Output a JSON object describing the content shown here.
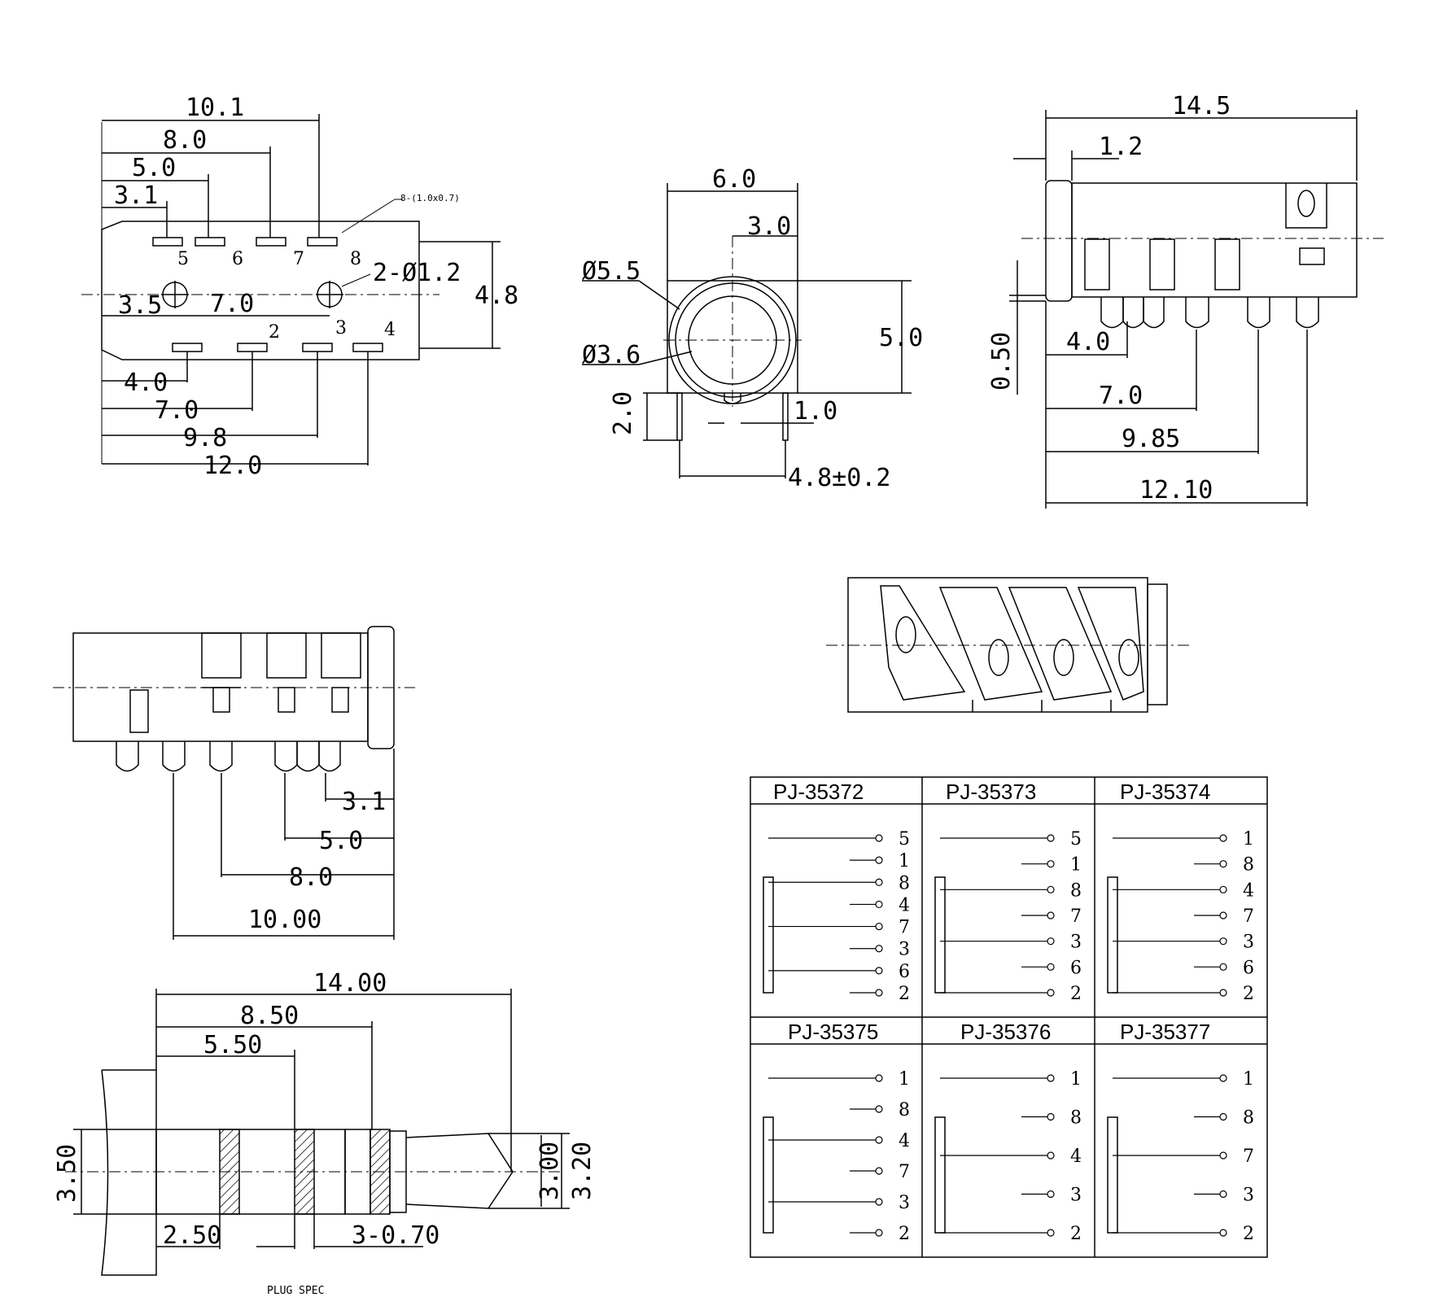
{
  "top_view": {
    "dims_top": [
      "10.1",
      "8.0",
      "5.0",
      "3.1"
    ],
    "pad_note": "8-(1.0x0.7)",
    "hole_note": "2-Ø1.2",
    "height": "4.8",
    "mid_left": "3.5",
    "mid_center": "7.0",
    "pins_top": [
      "5",
      "6",
      "7",
      "8"
    ],
    "pins_bottom": [
      "2",
      "3",
      "4"
    ],
    "dims_bottom": [
      "4.0",
      "7.0",
      "9.8",
      "12.0"
    ]
  },
  "front_view": {
    "width": "6.0",
    "offset": "3.0",
    "outer_dia": "Ø5.5",
    "inner_dia": "Ø3.6",
    "height": "5.0",
    "pin_len": "2.0",
    "pin_w": "1.0",
    "pitch": "4.8±0.2"
  },
  "side_view": {
    "length": "14.5",
    "flange": "1.2",
    "thick": "0.50",
    "dims": [
      "4.0",
      "7.0",
      "9.85",
      "12.10"
    ]
  },
  "bottom_view": {
    "dims": [
      "3.1",
      "5.0",
      "8.0",
      "10.00"
    ]
  },
  "plug_spec": {
    "dims_top": [
      "14.00",
      "8.50",
      "5.50"
    ],
    "dia": "3.50",
    "tip_dia1": "3.00",
    "tip_dia2": "3.20",
    "sleeve": "2.50",
    "rings": "3-0.70",
    "caption": "PLUG SPEC"
  },
  "schematics": [
    {
      "model": "PJ-35372",
      "pins": [
        "5",
        "1",
        "8",
        "4",
        "7",
        "3",
        "6",
        "2"
      ]
    },
    {
      "model": "PJ-35373",
      "pins": [
        "5",
        "1",
        "8",
        "7",
        "3",
        "6",
        "2"
      ]
    },
    {
      "model": "PJ-35374",
      "pins": [
        "1",
        "8",
        "4",
        "7",
        "3",
        "6",
        "2"
      ]
    },
    {
      "model": "PJ-35375",
      "pins": [
        "1",
        "8",
        "4",
        "7",
        "3",
        "2"
      ]
    },
    {
      "model": "PJ-35376",
      "pins": [
        "1",
        "8",
        "4",
        "3",
        "2"
      ]
    },
    {
      "model": "PJ-35377",
      "pins": [
        "1",
        "8",
        "7",
        "3",
        "2"
      ]
    }
  ]
}
